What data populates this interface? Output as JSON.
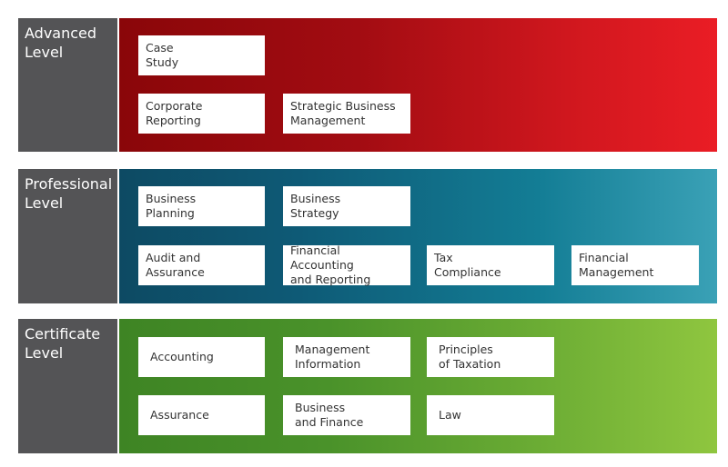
{
  "colors": {
    "label_bg": "#545456",
    "advanced": [
      "#8a0609",
      "#ea1d25"
    ],
    "professional": [
      "#0d4a63",
      "#3aa1b6"
    ],
    "certificate": [
      "#3e8424",
      "#8fc63f"
    ]
  },
  "levels": [
    {
      "label": [
        "Advanced",
        "Level"
      ],
      "modules": [
        [
          "Case",
          "Study"
        ],
        [
          "Corporate",
          "Reporting"
        ],
        [
          "Strategic Business",
          "Management"
        ]
      ]
    },
    {
      "label": [
        "Professional",
        "Level"
      ],
      "modules": [
        [
          "Business",
          "Planning"
        ],
        [
          "Business",
          "Strategy"
        ],
        [
          "Audit and",
          "Assurance"
        ],
        [
          "Financial Accounting",
          "and Reporting"
        ],
        [
          "Tax",
          "Compliance"
        ],
        [
          "Financial",
          "Management"
        ]
      ]
    },
    {
      "label": [
        "Certificate",
        "Level"
      ],
      "modules": [
        [
          "Accounting"
        ],
        [
          "Management",
          "Information"
        ],
        [
          "Principles",
          "of Taxation"
        ],
        [
          "Assurance"
        ],
        [
          "Business",
          "and Finance"
        ],
        [
          "Law"
        ]
      ]
    }
  ]
}
